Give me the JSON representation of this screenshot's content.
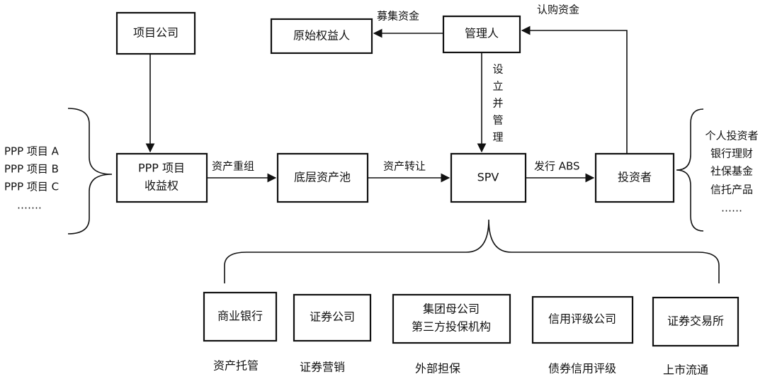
{
  "nodes": {
    "project_company": "项目公司",
    "ppp_rights_line1": "PPP 项目",
    "ppp_rights_line2": "收益权",
    "asset_pool": "底层资产池",
    "spv": "SPV",
    "investors": "投资者",
    "original_owner": "原始权益人",
    "manager": "管理人",
    "bank": "商业银行",
    "securities_company": "证券公司",
    "guarantor_line1": "集团母公司",
    "guarantor_line2": "第三方投保机构",
    "rating_agency": "信用评级公司",
    "stock_exchange": "证券交易所"
  },
  "edges": {
    "restructure": "资产重组",
    "transfer": "资产转让",
    "issue_abs": "发行 ABS",
    "raise_funds": "募集资金",
    "subscribe_funds": "认购资金",
    "establish_manage": [
      "设",
      "立",
      "并",
      "管",
      "理"
    ]
  },
  "left_list": [
    "PPP 项目 A",
    "PPP 项目 B",
    "PPP 项目 C",
    "……."
  ],
  "right_list": [
    "个人投资者",
    "银行理财",
    "社保基金",
    "信托产品",
    "……"
  ],
  "captions": {
    "bank": "资产托管",
    "securities_company": "证券营销",
    "guarantor": "外部担保",
    "rating_agency": "债券信用评级",
    "stock_exchange": "上市流通"
  }
}
